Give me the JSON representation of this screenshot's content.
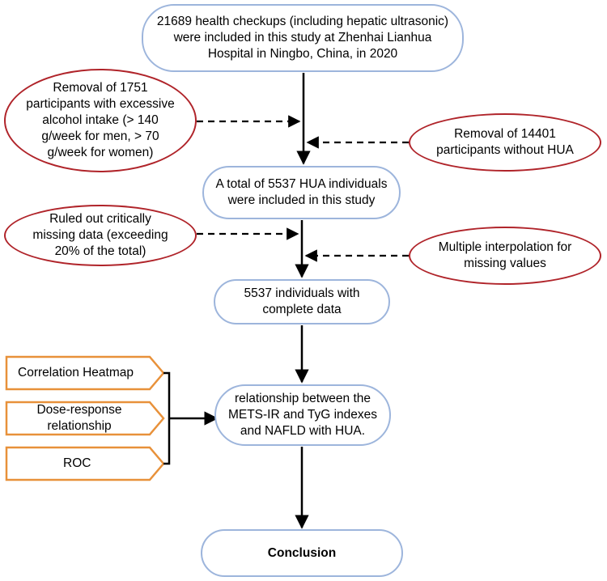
{
  "main_flow": {
    "start": "21689 health checkups (including  hepatic ultrasonic) were included in this study at Zhenhai Lianhua Hospital in Ningbo, China, in 2020",
    "included": "A total of 5537 HUA individuals were included in this study",
    "complete": "5537 individuals with complete data",
    "relationship": "relationship between the METS-IR and TyG indexes and NAFLD with HUA.",
    "conclusion": "Conclusion"
  },
  "exclusions": {
    "alcohol": "Removal of 1751 participants with excessive alcohol intake (> 140 g/week for men, > 70 g/week for women)",
    "no_hua": "Removal of 14401 participants without HUA",
    "missing": "Ruled out critically missing data (exceeding 20% of the total)",
    "interpolation": "Multiple interpolation for missing values"
  },
  "methods": [
    "Correlation Heatmap",
    "Dose-response relationship",
    "ROC"
  ],
  "colors": {
    "main_border": "#9db5dc",
    "exclusion_border": "#b0242a",
    "method_border": "#e8913a",
    "arrow": "#000000"
  }
}
